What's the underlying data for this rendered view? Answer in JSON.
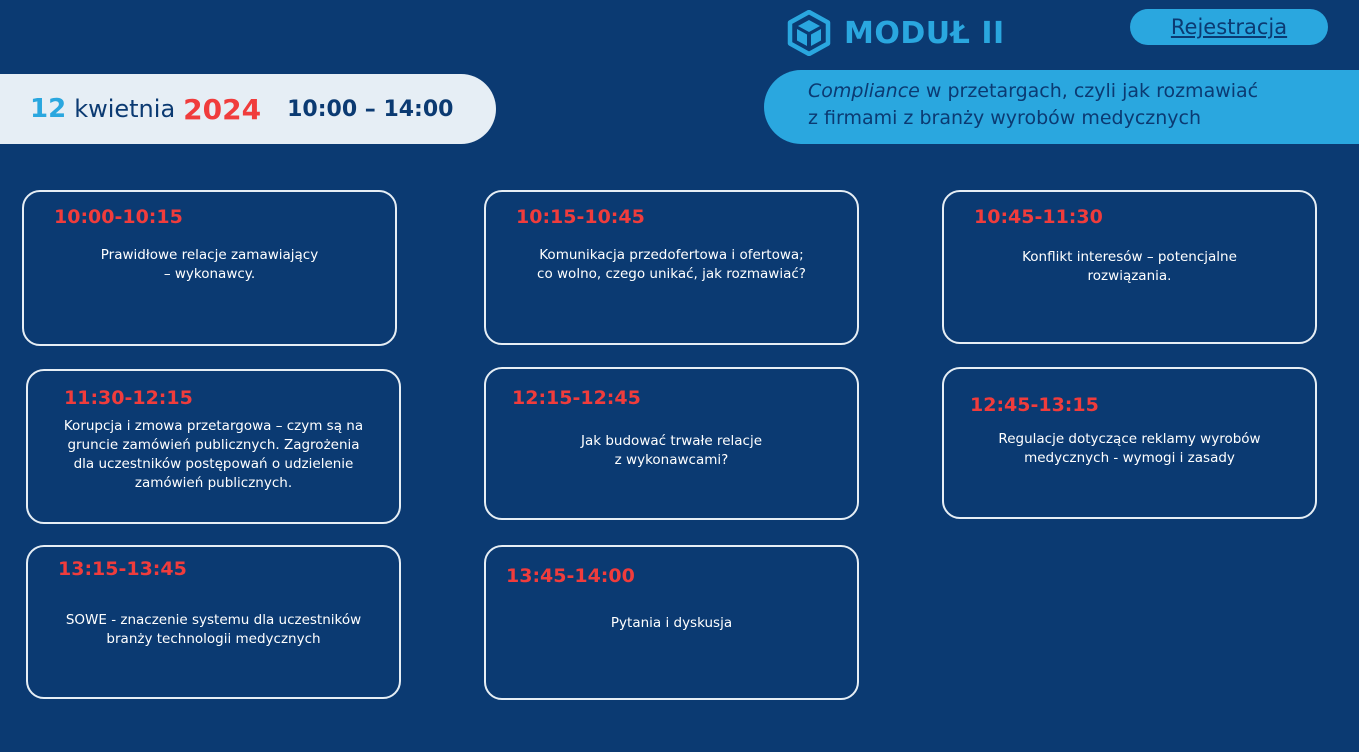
{
  "header": {
    "date_day": "12",
    "date_month": "kwietnia",
    "date_year": "2024",
    "time_range": "10:00 – 14:00",
    "module_title": "MODUŁ II",
    "module_icon": "cube-icon",
    "register_label": "Rejestracja",
    "subtitle_italic": "Compliance",
    "subtitle_line1_rest": " w przetargach, czyli jak rozmawiać",
    "subtitle_line2": "z firmami z branży wyrobów  medycznych"
  },
  "sessions": [
    {
      "time": "10:00-10:15",
      "lines": [
        "Prawidłowe relacje zamawiający",
        "– wykonawcy."
      ]
    },
    {
      "time": "10:15-10:45",
      "lines": [
        "Komunikacja przedofertowa i ofertowa;",
        "co wolno, czego unikać, jak rozmawiać?"
      ]
    },
    {
      "time": "10:45-11:30",
      "lines": [
        "Konflikt interesów – potencjalne",
        "rozwiązania."
      ]
    },
    {
      "time": "11:30-12:15",
      "lines": [
        "Korupcja i zmowa przetargowa – czym są na",
        "gruncie zamówień publicznych. Zagrożenia",
        "dla uczestników postępowań o udzielenie",
        "zamówień publicznych."
      ]
    },
    {
      "time": "12:15-12:45",
      "lines": [
        "Jak budować trwałe relacje",
        "z wykonawcami?"
      ]
    },
    {
      "time": "12:45-13:15",
      "lines": [
        "Regulacje dotyczące reklamy wyrobów",
        "medycznych - wymogi i zasady"
      ]
    },
    {
      "time": "13:15-13:45",
      "lines": [
        "SOWE - znaczenie systemu dla uczestników",
        "branży technologii medycznych"
      ]
    },
    {
      "time": "13:45-14:00",
      "lines": [
        "Pytania i dyskusja"
      ]
    }
  ],
  "colors": {
    "background": "#0b3a72",
    "accent_blue": "#2aa7df",
    "accent_red": "#f03c3c",
    "light": "#e6eef5"
  }
}
